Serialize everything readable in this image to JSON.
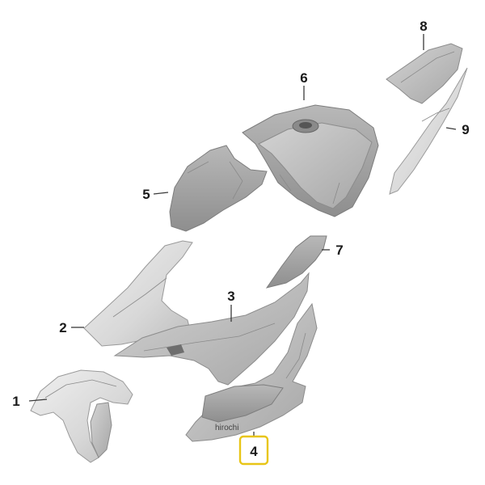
{
  "callouts": [
    {
      "id": "1",
      "label": "1"
    },
    {
      "id": "2",
      "label": "2"
    },
    {
      "id": "3",
      "label": "3"
    },
    {
      "id": "4",
      "label": "4",
      "highlighted": true
    },
    {
      "id": "5",
      "label": "5"
    },
    {
      "id": "6",
      "label": "6"
    },
    {
      "id": "7",
      "label": "7"
    },
    {
      "id": "8",
      "label": "8"
    },
    {
      "id": "9",
      "label": "9"
    }
  ],
  "watermark": "hirochi",
  "colors": {
    "highlight": "#e8c516",
    "part_light": "#dcdcdc",
    "part_dark": "#9c9c9c"
  }
}
